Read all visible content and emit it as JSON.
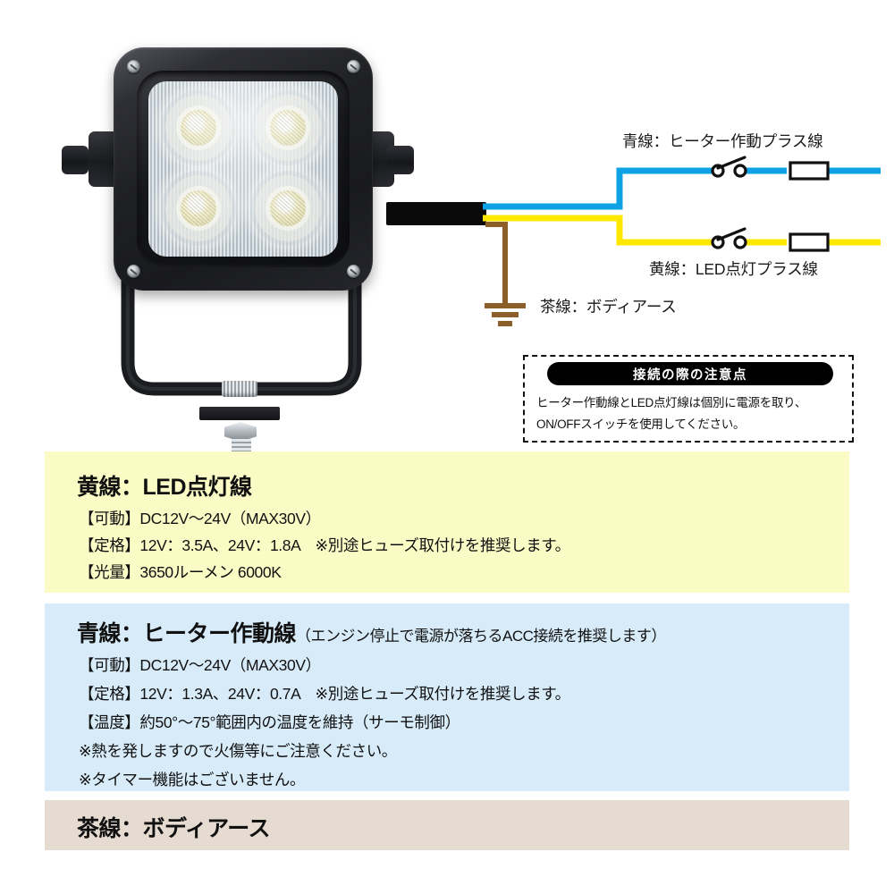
{
  "diagram": {
    "wire_labels": {
      "blue": "青線：ヒーター作動プラス線",
      "yellow": "黄線：LED点灯プラス線",
      "brown": "茶線：ボディアース"
    },
    "colors": {
      "blue_wire": "#0CA2E4",
      "yellow_wire": "#FFE800",
      "brown_wire": "#8C5E2A",
      "cable_black": "#0A0A0A"
    },
    "symbols": {
      "switch": "toggle-switch-symbol",
      "fuse": "fuse-symbol",
      "ground": "ground-symbol"
    }
  },
  "notice": {
    "header": "接続の際の注意点",
    "line1": "ヒーター作動線とLED点灯線は個別に電源を取り、",
    "line2": "ON/OFFスイッチを使用してください。"
  },
  "panels": {
    "yellow": {
      "title": "黄線：LED点灯線",
      "bg": "#FBFBC6",
      "lines": [
        "【可動】DC12V〜24V（MAX30V）",
        "【定格】12V：3.5A、24V：1.8A　※別途ヒューズ取付けを推奨します。",
        "【光量】3650ルーメン 6000K"
      ]
    },
    "blue": {
      "title": "青線：ヒーター作動線",
      "title_sub": "（エンジン停止で電源が落ちるACC接続を推奨します）",
      "bg": "#D7EBF9",
      "lines": [
        "【可動】DC12V〜24V（MAX30V）",
        "【定格】12V：1.3A、24V：0.7A　※別途ヒューズ取付けを推奨します。",
        "【温度】約50°〜75°範囲内の温度を維持（サーモ制御）",
        "※熱を発しますので火傷等にご注意ください。",
        "※タイマー機能はございません。"
      ]
    },
    "brown": {
      "title": "茶線：ボディアース",
      "bg": "#E6DBD1"
    }
  },
  "product": {
    "name": "led-work-light",
    "led_count": 4
  }
}
